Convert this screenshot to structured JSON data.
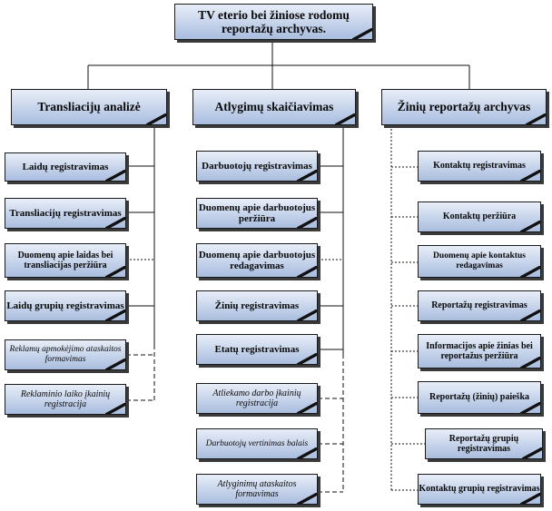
{
  "root": {
    "label": "TV eterio bei žiniose rodomų reportažų archyvas."
  },
  "columns": [
    {
      "title": "Transliacijų analizė",
      "items": [
        "Laidų registravimas",
        "Transliacijų registravimas",
        "Duomenų apie laidas bei transliacijas peržiūra",
        "Laidų grupių registravimas",
        "Reklamų apmokėjimo ataskaitos formavimas",
        "Reklaminio laiko įkainių registracija"
      ]
    },
    {
      "title": "Atlygimų skaičiavimas",
      "items": [
        "Darbuotojų registravimas",
        "Duomenų apie darbuotojus peržiūra",
        "Duomenų apie darbuotojus redagavimas",
        "Žinių registravimas",
        "Etatų registravimas",
        "Atliekamo darbo įkainių registracija",
        "Darbuotojų vertinimas balais",
        "Atlyginimų ataskaitos formavimas"
      ]
    },
    {
      "title": "Žinių reportažų archyvas",
      "items": [
        "Kontaktų registravimas",
        "Kontaktų peržiūra",
        "Duomenų apie kontaktus redagavimas",
        "Reportažų registravimas",
        "Informacijos apie žinias bei reportažus peržiūra",
        "Reportažų (žinių) paieška",
        "Reportažų grupių registravimas",
        "Kontaktų grupių registravimas"
      ]
    }
  ]
}
